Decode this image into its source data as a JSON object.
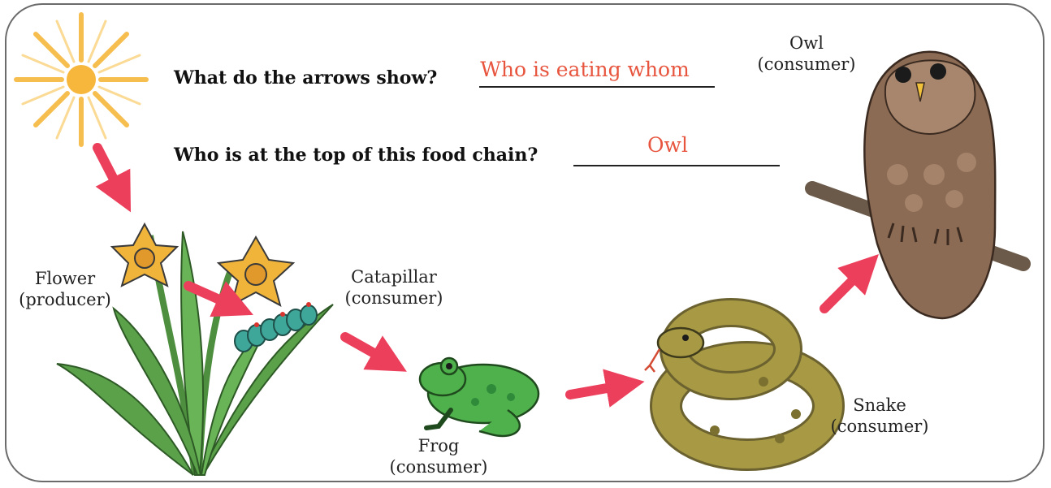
{
  "questions": [
    {
      "text": "What do the arrows show?",
      "answer": "Who is eating whom"
    },
    {
      "text": "Who is at the top of this food chain?",
      "answer": "Owl"
    }
  ],
  "organisms": {
    "flower": {
      "name": "Flower",
      "role": "(producer)"
    },
    "caterpillar": {
      "name": "Catapillar",
      "role": "(consumer)"
    },
    "frog": {
      "name": "Frog",
      "role": "(consumer)"
    },
    "snake": {
      "name": "Snake",
      "role": "(consumer)"
    },
    "owl": {
      "name": "Owl",
      "role": "(consumer)"
    }
  },
  "colors": {
    "arrow": "#ec3f5c",
    "answer": "#e8553f",
    "sun": "#f6b73c",
    "leaf": "#5aa14a",
    "flower": "#f0b43a",
    "frog": "#4fb14c",
    "snake": "#a89a44",
    "owl": "#8c6b55"
  }
}
